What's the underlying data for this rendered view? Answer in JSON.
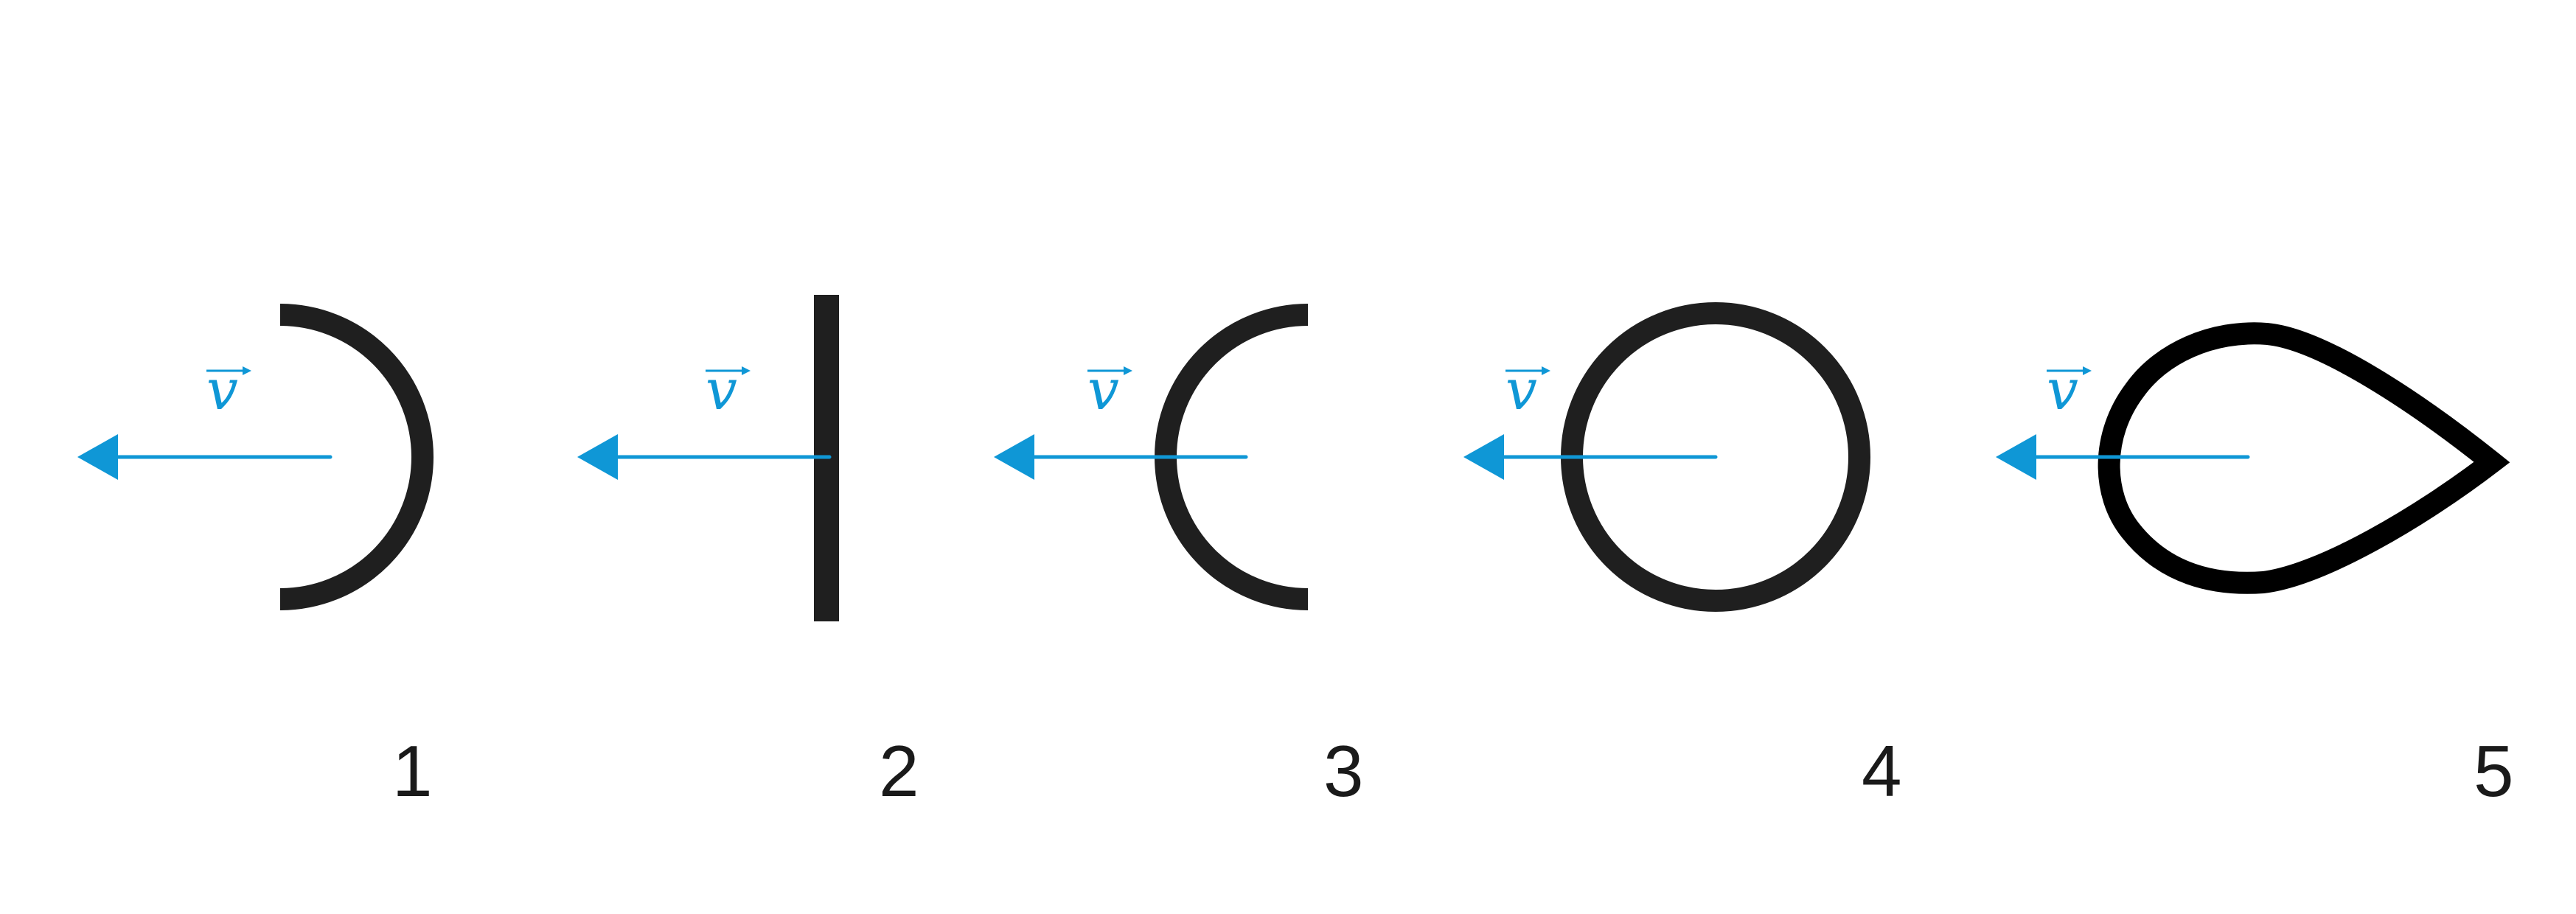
{
  "colors": {
    "shape": "#1f1f1f",
    "arrow": "#0f97d6",
    "background": "#ffffff"
  },
  "vector_label": "v",
  "figures": [
    {
      "number": "1",
      "shape": "semicircle-convex-right"
    },
    {
      "number": "2",
      "shape": "flat-plate"
    },
    {
      "number": "3",
      "shape": "semicircle-concave-right"
    },
    {
      "number": "4",
      "shape": "full-circle"
    },
    {
      "number": "5",
      "shape": "teardrop"
    }
  ]
}
